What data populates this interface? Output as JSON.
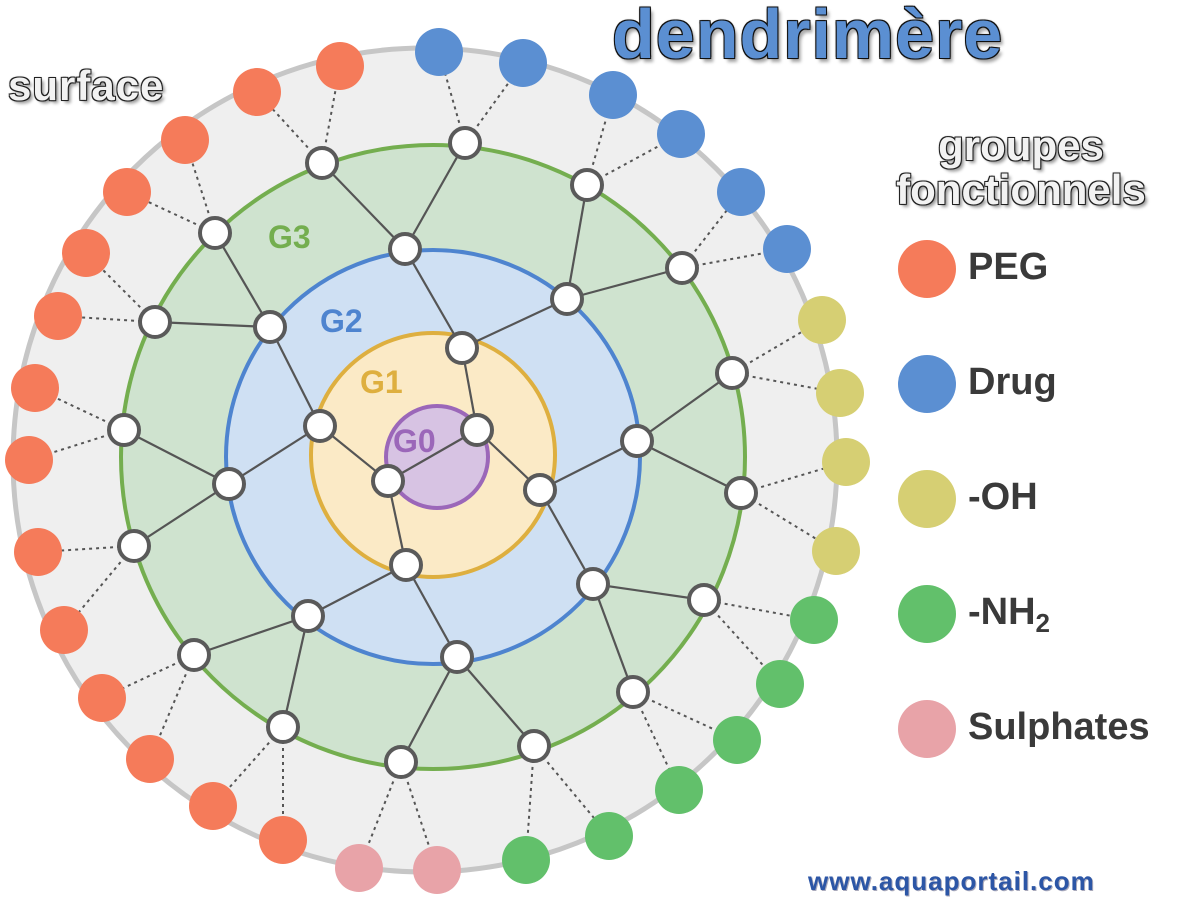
{
  "title": "dendrimère",
  "surface_label": "surface",
  "legend": {
    "title_line1": "groupes",
    "title_line2": "fonctionnels",
    "items": [
      {
        "label": "PEG",
        "color": "#f57b5a"
      },
      {
        "label": "Drug",
        "color": "#5b8fd2"
      },
      {
        "label": "-OH",
        "color": "#d6cf73"
      },
      {
        "label": "-NH",
        "sub": "2",
        "color": "#62c06b"
      },
      {
        "label": "Sulphates",
        "color": "#e8a3a8"
      }
    ]
  },
  "rings": [
    {
      "label": "G0",
      "color": "#9b67b9",
      "fill": "#d7c3e3"
    },
    {
      "label": "G1",
      "color": "#deaf3f",
      "fill": "#fbeac6"
    },
    {
      "label": "G2",
      "color": "#4e84cf",
      "fill": "#cfe0f3"
    },
    {
      "label": "G3",
      "color": "#74ae4f",
      "fill": "#cfe3cf"
    }
  ],
  "surface_color": "#bdbdbd",
  "footer": "www.aquaportail.com"
}
